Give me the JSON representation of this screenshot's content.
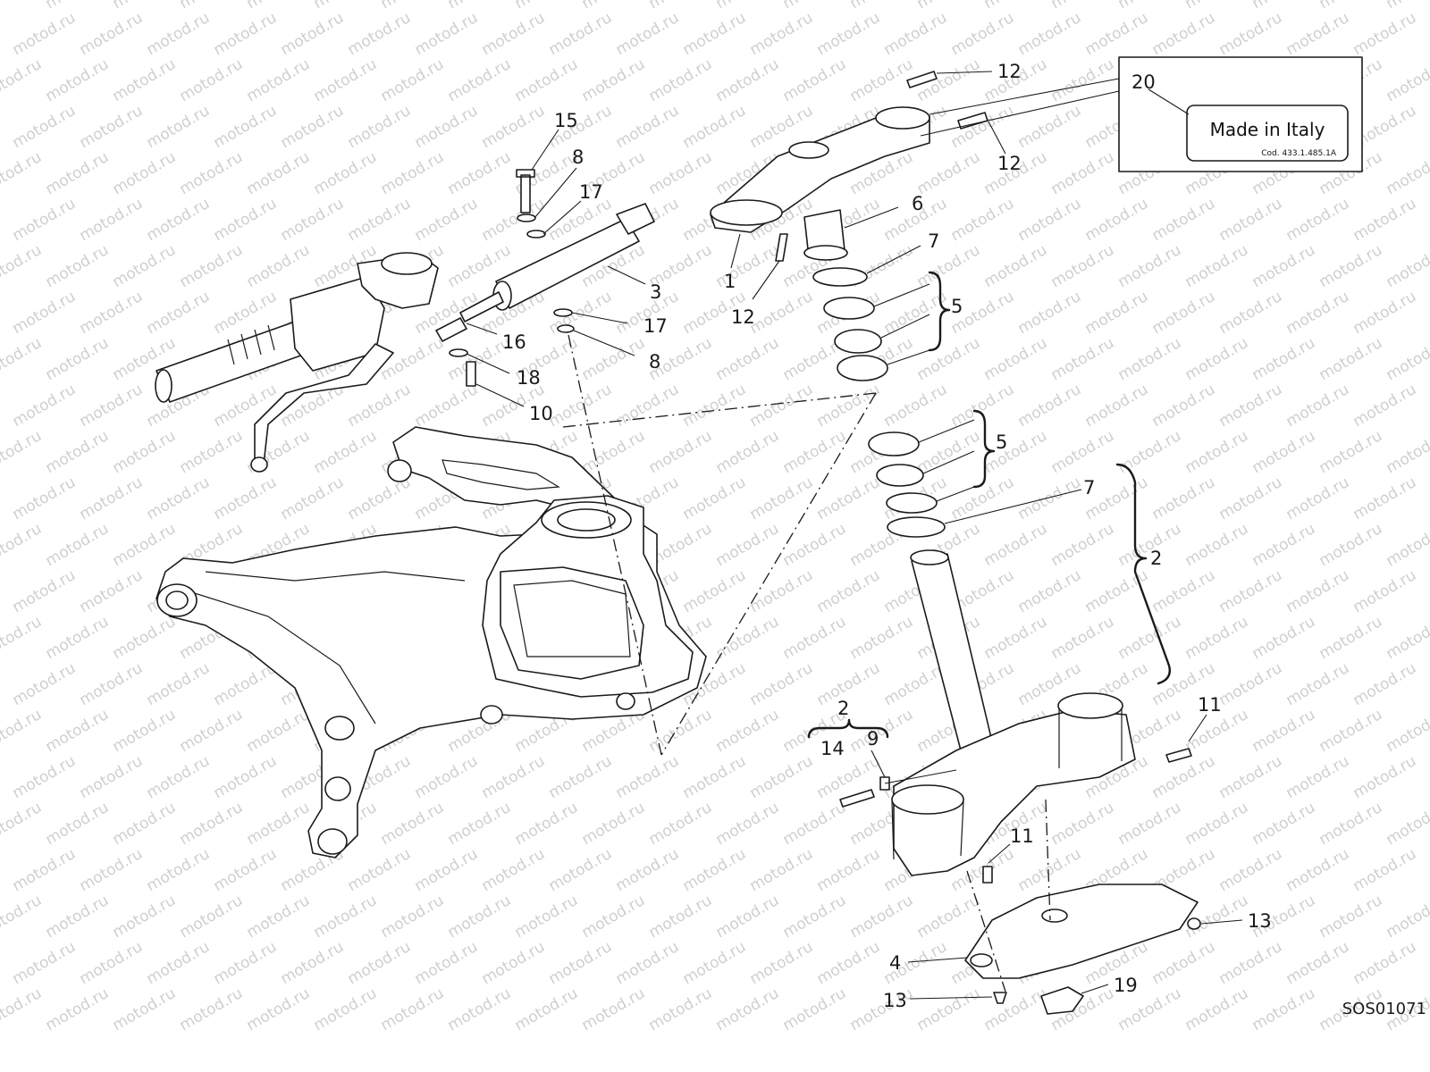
{
  "watermark": {
    "text": "motod.ru"
  },
  "reference_code": "SOS01071",
  "label_decal": {
    "text": "Made in Italy",
    "code": "Cod. 433.1.485.1A"
  },
  "callouts": [
    {
      "id": "c12a",
      "text": "12"
    },
    {
      "id": "c20",
      "text": "20"
    },
    {
      "id": "c12b",
      "text": "12"
    },
    {
      "id": "c6",
      "text": "6"
    },
    {
      "id": "c7a",
      "text": "7"
    },
    {
      "id": "c1",
      "text": "1"
    },
    {
      "id": "c12c",
      "text": "12"
    },
    {
      "id": "c5a",
      "text": "5"
    },
    {
      "id": "c15",
      "text": "15"
    },
    {
      "id": "c8a",
      "text": "8"
    },
    {
      "id": "c17a",
      "text": "17"
    },
    {
      "id": "c3",
      "text": "3"
    },
    {
      "id": "c17b",
      "text": "17"
    },
    {
      "id": "c16",
      "text": "16"
    },
    {
      "id": "c8b",
      "text": "8"
    },
    {
      "id": "c18",
      "text": "18"
    },
    {
      "id": "c10",
      "text": "10"
    },
    {
      "id": "c5b",
      "text": "5"
    },
    {
      "id": "c7b",
      "text": "7"
    },
    {
      "id": "c2a",
      "text": "2"
    },
    {
      "id": "c2b",
      "text": "2"
    },
    {
      "id": "c14",
      "text": "14"
    },
    {
      "id": "c9",
      "text": "9"
    },
    {
      "id": "c11a",
      "text": "11"
    },
    {
      "id": "c11b",
      "text": "11"
    },
    {
      "id": "c13a",
      "text": "13"
    },
    {
      "id": "c4",
      "text": "4"
    },
    {
      "id": "c19",
      "text": "19"
    },
    {
      "id": "c13b",
      "text": "13"
    }
  ]
}
